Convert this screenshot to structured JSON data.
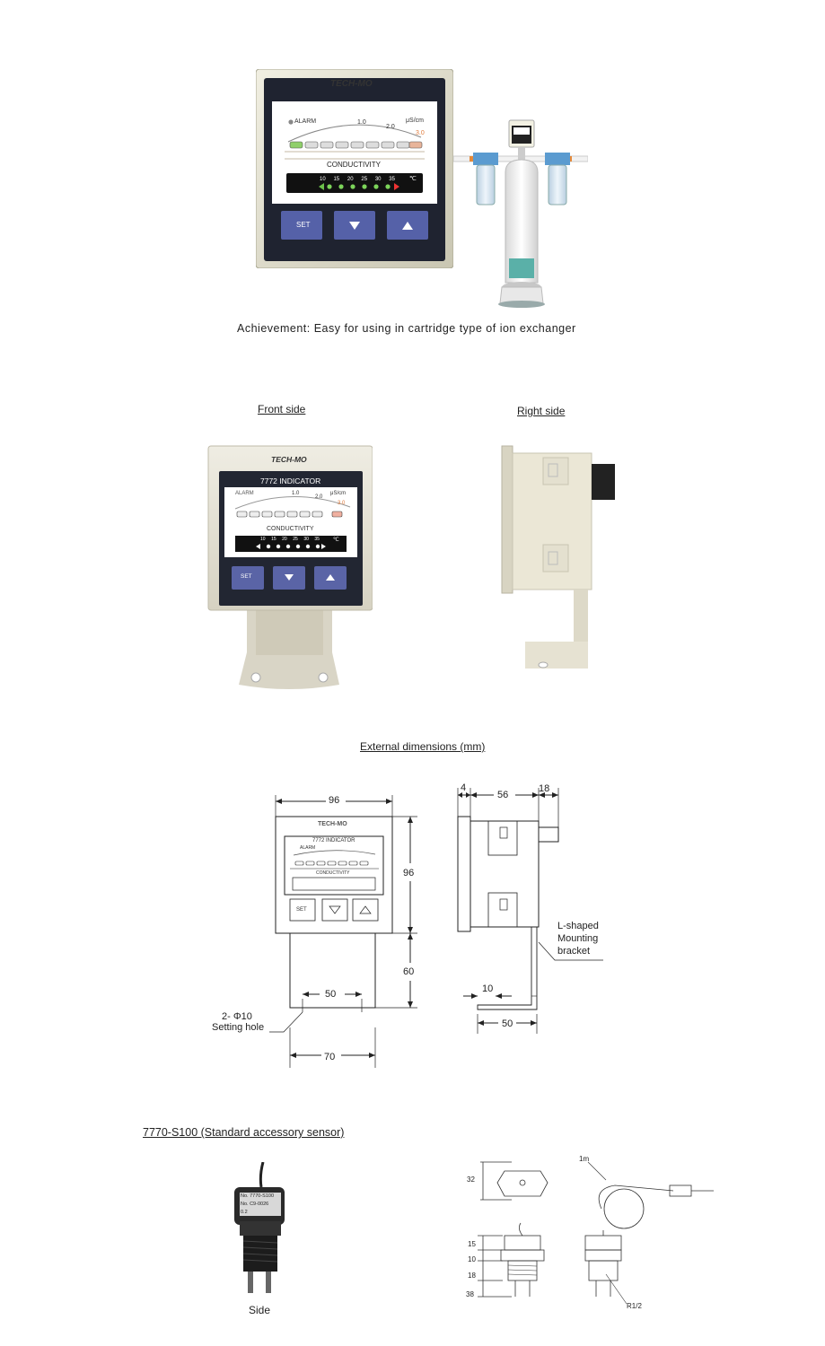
{
  "hero": {
    "brand": "TECH-MO",
    "model": "7772 INDICATOR",
    "alarm": "ALARM",
    "scale": [
      "1.0",
      "2.0",
      "3.0"
    ],
    "unit": "μS/cm",
    "conductivity": "CONDUCTIVITY",
    "temps": [
      "10",
      "15",
      "20",
      "25",
      "30",
      "35"
    ],
    "deg": "℃",
    "btn_set": "SET",
    "caption": "Achievement: Easy for using in cartridge type of ion exchanger"
  },
  "views": {
    "front_label": "Front side",
    "right_label": "Right side",
    "small_scale": [
      "1.0",
      "2.0",
      "3.0"
    ]
  },
  "dimensions": {
    "title": "External dimensions (mm)",
    "front_width": "96",
    "front_height": "96",
    "bracket_height": "60",
    "hole_spacing": "50",
    "bracket_width": "70",
    "hole_label_1": "2- Φ10",
    "hole_label_2": "Setting hole",
    "side_bezel": "4",
    "side_depth": "56",
    "side_terminal": "18",
    "side_bracket_offset": "10",
    "side_bracket_depth": "50",
    "bracket_label_1": "L-shaped",
    "bracket_label_2": "Mounting",
    "bracket_label_3": "bracket"
  },
  "sensor": {
    "title": "7770-S100 (Standard accessory sensor)",
    "label_model": "No. 7770-S100",
    "label_serial": "No. C9-0026",
    "label_cell": "0.2",
    "side_label": "Side",
    "dim_top": "32",
    "dim_15": "15",
    "dim_10": "10",
    "dim_18": "18",
    "dim_38": "38",
    "cable_len": "1m",
    "thread": "R1/2"
  }
}
